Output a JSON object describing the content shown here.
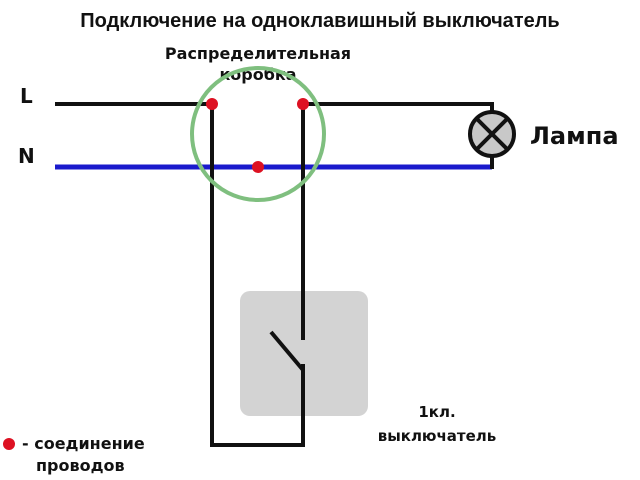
{
  "title": "Подключение на одноклавишный выключатель",
  "labels": {
    "line_l": "L",
    "line_n": "N",
    "junction_box_line1": "Распределительная",
    "junction_box_line2": "коробка",
    "lamp": "Лампа",
    "switch_line1": "1кл.",
    "switch_line2": "выключатель",
    "legend_line1": "- соединение",
    "legend_line2": "проводов"
  },
  "colors": {
    "phase_wire": "#111111",
    "neutral_wire": "#1a1acc",
    "junction_box": "#7fbf7f",
    "connection_dot": "#dd1122",
    "switch_plate": "#d3d3d3",
    "lamp_fill": "#c8c8c8"
  },
  "icons": {
    "lamp": "lamp-cross-circle-icon",
    "switch": "single-pole-switch-icon",
    "connection": "connection-dot-icon"
  }
}
